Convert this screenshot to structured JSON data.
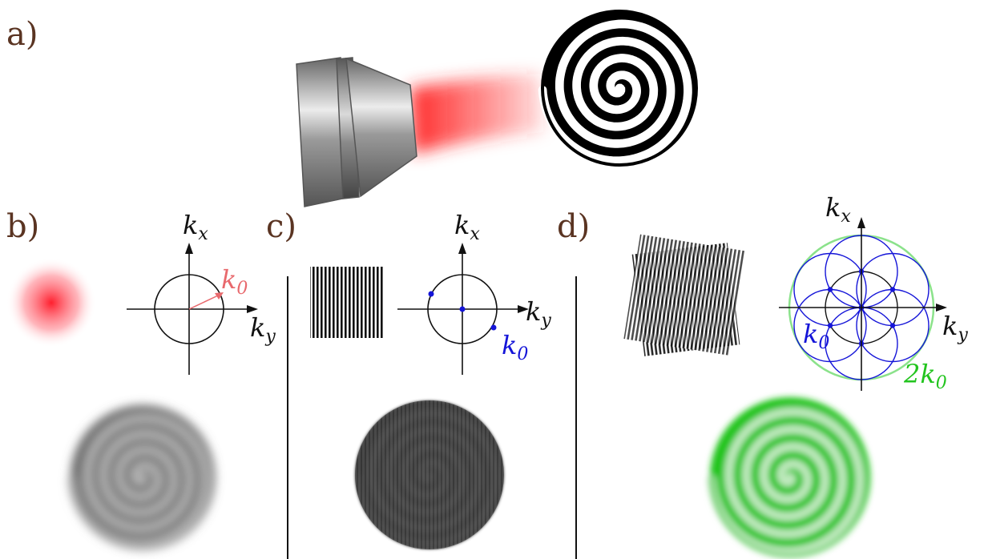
{
  "panels": {
    "a": {
      "label": "a)"
    },
    "b": {
      "label": "b)",
      "axis_x": "k",
      "axis_x_sub": "x",
      "axis_y": "k",
      "axis_y_sub": "y",
      "radius_label": "k",
      "radius_label_sub": "0"
    },
    "c": {
      "label": "c)",
      "axis_x": "k",
      "axis_x_sub": "x",
      "axis_y": "k",
      "axis_y_sub": "y",
      "radius_label": "k",
      "radius_label_sub": "0"
    },
    "d": {
      "label": "d)",
      "axis_x": "k",
      "axis_x_sub": "x",
      "axis_y": "k",
      "axis_y_sub": "y",
      "inner_label": "k",
      "inner_label_sub": "0",
      "outer_label": "2k",
      "outer_label_sub": "0"
    }
  },
  "colors": {
    "laser_beam": "#ff2a2a",
    "k0_red": "#e8696d",
    "k0_blue": "#1515d8",
    "green": "#22c41e",
    "outer_circle_green": "#8be28b",
    "spiral_target": "#000000",
    "gray_image": "#6b6b6b",
    "dark_image": "#3a3a3a"
  },
  "icons": [
    "flashlight-icon",
    "spiral-target-icon"
  ]
}
